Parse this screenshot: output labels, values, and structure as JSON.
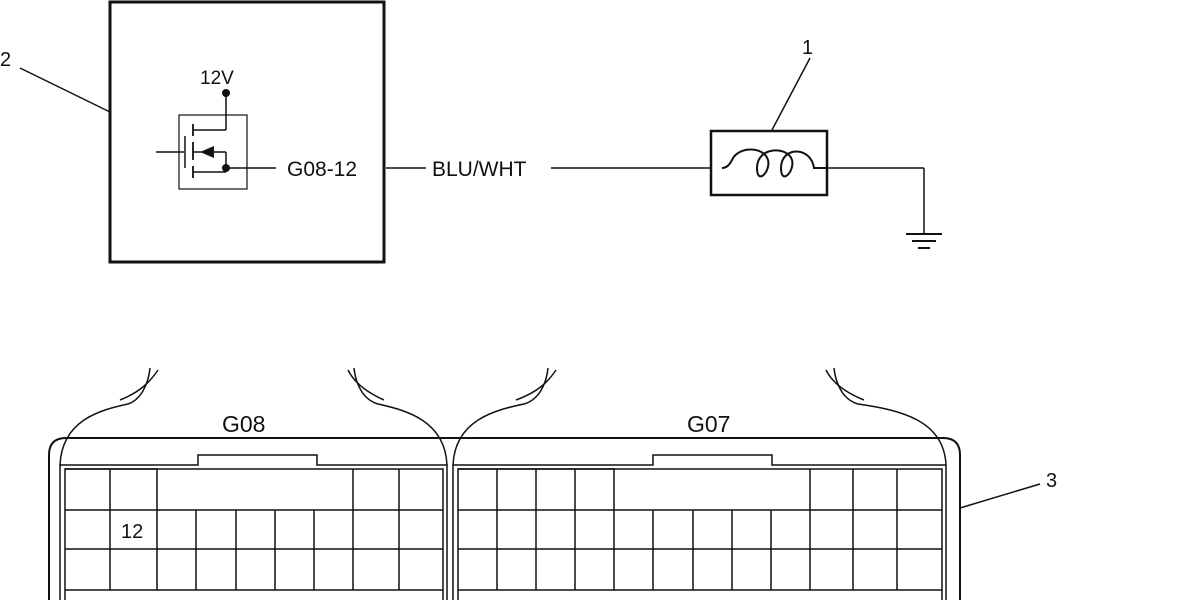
{
  "callouts": {
    "c1": "1",
    "c2": "2",
    "c3": "3"
  },
  "circuit": {
    "supply_label": "12V",
    "pin_label": "G08-12",
    "wire_label": "BLU/WHT"
  },
  "connectors": {
    "left_name": "G08",
    "right_name": "G07",
    "pin_label": "12"
  }
}
